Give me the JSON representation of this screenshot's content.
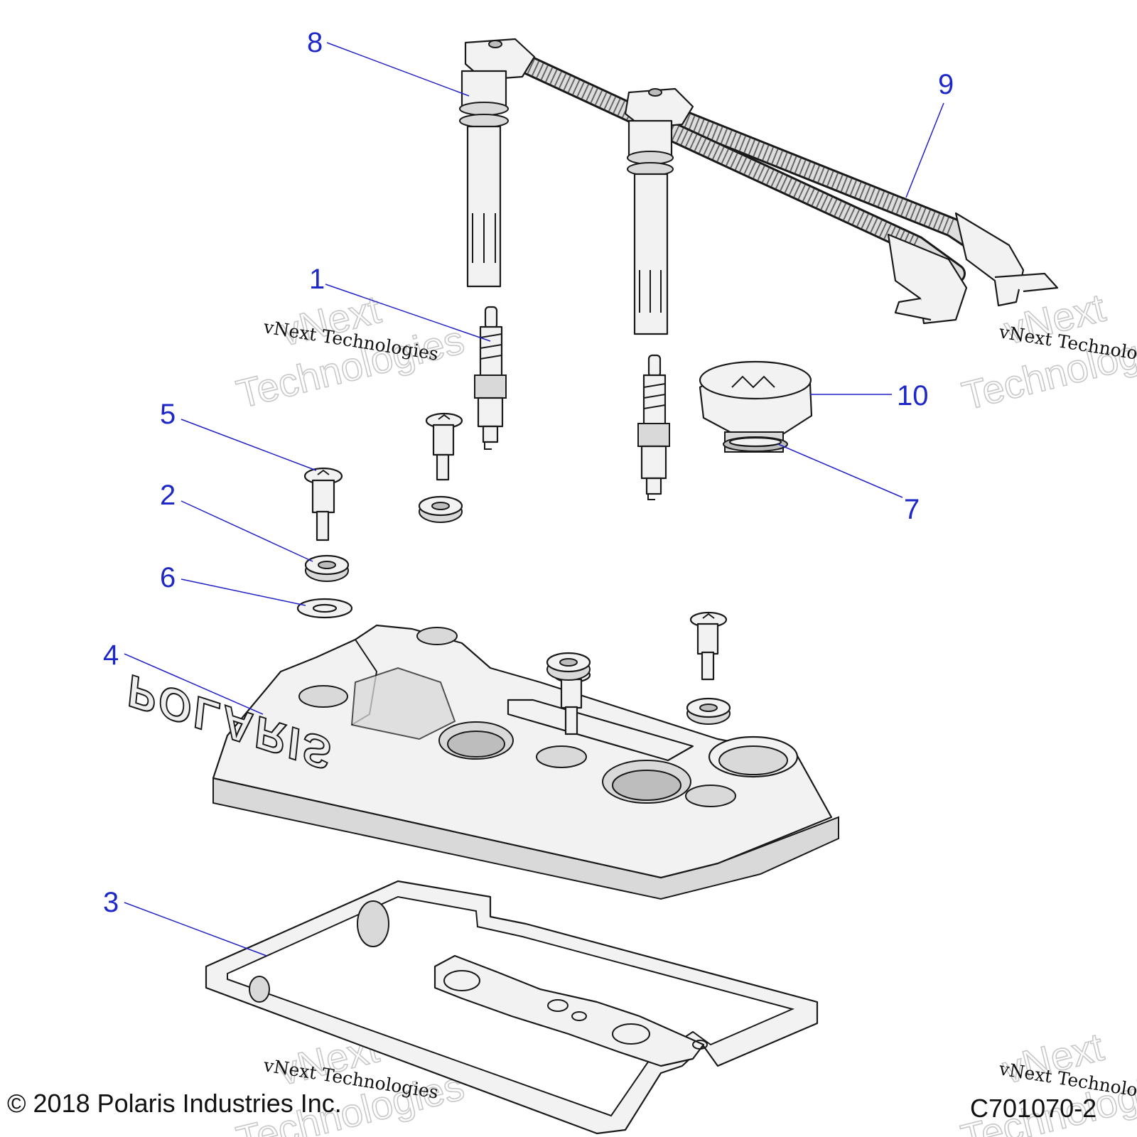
{
  "callouts": [
    {
      "id": "1",
      "label": "1"
    },
    {
      "id": "2",
      "label": "2"
    },
    {
      "id": "3",
      "label": "3"
    },
    {
      "id": "4",
      "label": "4"
    },
    {
      "id": "5",
      "label": "5"
    },
    {
      "id": "6",
      "label": "6"
    },
    {
      "id": "7",
      "label": "7"
    },
    {
      "id": "8",
      "label": "8"
    },
    {
      "id": "9",
      "label": "9"
    },
    {
      "id": "10",
      "label": "10"
    }
  ],
  "watermark": {
    "small_text": "vNext Technologies",
    "big_line1": "vNext",
    "big_line2": "Technologies"
  },
  "footer": {
    "copyright": "© 2018 Polaris Industries Inc.",
    "diagram_code": "C701070-2"
  },
  "cover_logo": "POLARIS"
}
